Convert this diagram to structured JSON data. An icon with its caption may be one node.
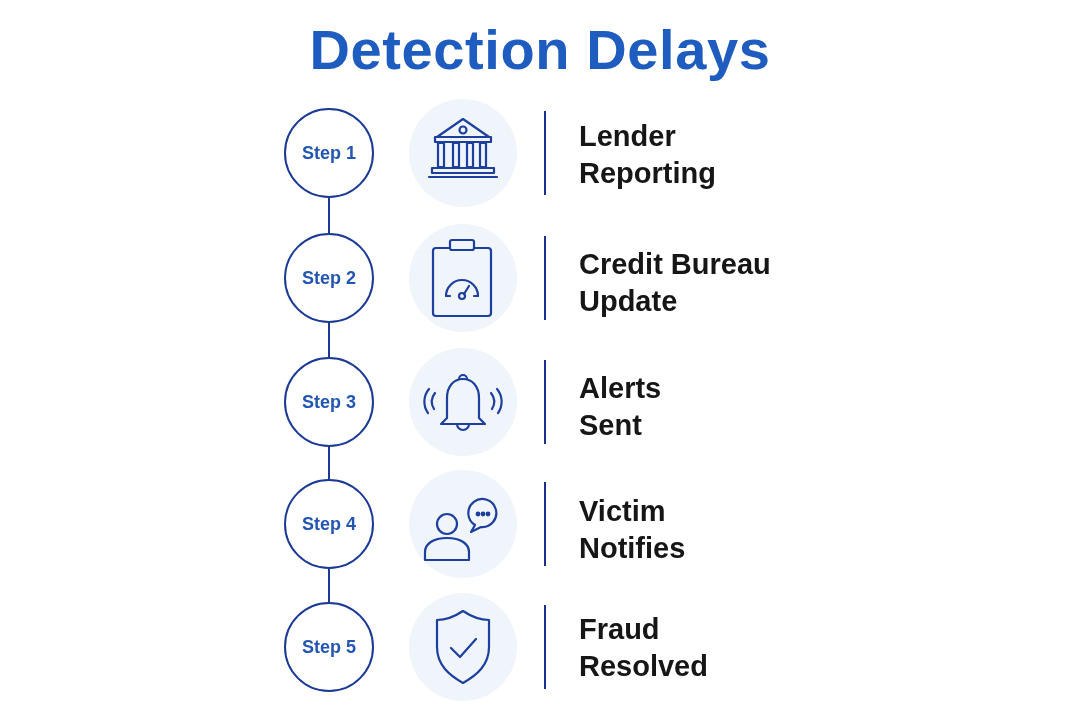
{
  "diagram": {
    "title": "Detection Delays",
    "nodes": [
      {
        "text": [
          "Step 1"
        ]
      },
      {
        "text": [
          "Step 2"
        ]
      },
      {
        "text": [
          "Step 3"
        ]
      },
      {
        "text": [
          "Step 4"
        ]
      },
      {
        "text": [
          "Step 5"
        ]
      }
    ],
    "edges": [
      {
        "from": 0,
        "to": 1,
        "arrow": "none"
      },
      {
        "from": 1,
        "to": 2,
        "arrow": "none"
      },
      {
        "from": 2,
        "to": 3,
        "arrow": "none"
      },
      {
        "from": 3,
        "to": 4,
        "arrow": "none"
      }
    ],
    "labels": [
      "Lender Reporting",
      "Credit Bureau Update",
      "Alerts Sent",
      "Victim Notifies",
      "Fraud Resolved"
    ]
  }
}
